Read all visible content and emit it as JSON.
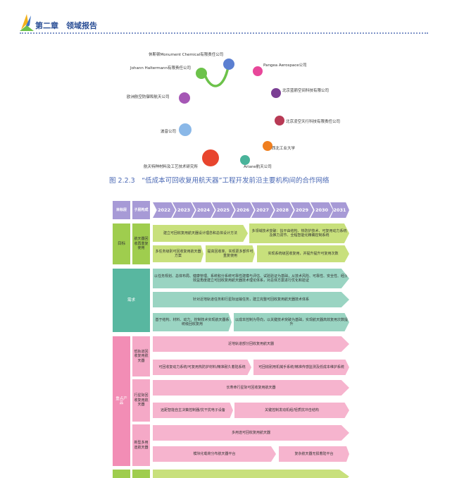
{
  "header": {
    "chapter": "第二章　领域报告"
  },
  "network": {
    "nodes": [
      {
        "label": "休斯顿Monument Chemical有限责任公司",
        "color": "#5b7fd1"
      },
      {
        "label": "Johann Haltermann有限责任公司",
        "color": "#6cc24a"
      },
      {
        "label": "Pangea Aerospace公司",
        "color": "#e8479a"
      },
      {
        "label": "北京蓝箭空间科技有限公司",
        "color": "#7b3f94"
      },
      {
        "label": "欧洲航空防御和航天公司",
        "color": "#a557b5"
      },
      {
        "label": "北京凌空天行科技有限责任公司",
        "color": "#b83a55"
      },
      {
        "label": "波音公司",
        "color": "#8ab8e8"
      },
      {
        "label": "西北工业大学",
        "color": "#f07f1f"
      },
      {
        "label": "航天特种材料及工艺技术研究所",
        "color": "#e8452e"
      },
      {
        "label": "Ariane航天公司",
        "color": "#49b39a"
      }
    ]
  },
  "caption": "图 2.2.3　“低成本可回收复用航天器”工程开发前沿主要机构间的合作网络",
  "roadmap": {
    "col_headers": [
      "目标层",
      "子层构成"
    ],
    "years": [
      "2022",
      "2023",
      "2024",
      "2025",
      "2026",
      "2027",
      "2028",
      "2029",
      "2030",
      "2031"
    ],
    "goal": {
      "label": "目标",
      "sub": "航天器回收再重复使用",
      "items": [
        "建立可回收复用航天器设计理念和总体设计方法",
        "多领域技术突破：扶平由结构、热防护技术、可复用动力系统及推力调节、全程智能化精确控制系统",
        "多任务级别可回收复用航天器方案",
        "提高回收率、实现更多部件可重复使用",
        "实现系统级回收复用，并提升提升可复用次数"
      ]
    },
    "demand": {
      "label": "需求",
      "items": [
        "以任务规划、总体布局、健康管理、系统和分系统可靠性建模与评估、试验验证为基础，从技术风险、可靠性、安全性、经济效益角度建立可回收复用航天器技术理论体系，对总体方案进行优化和验证",
        "针对近地轨道任务和行星际运输任务，建立完整可回收复用航天器技术体系",
        "基于结构、材料、动力、控制技术实现航天器系统级回收复用",
        "以成本控制为导向，以关键技术突破为基础，实现航天器高效复用次数提升"
      ]
    },
    "products": {
      "label": "重点产品",
      "groups": [
        {
          "sub": "低轨道回收复用航天器",
          "items": [
            "近地轨道部分回收复用航天器",
            "可回收复动力系统/可复用热防护材料/精准耐久着陆系统",
            "可回收耐用机械手系统/精准传感监测及低成本维护系统"
          ]
        },
        {
          "sub": "行星际回收复用航天器",
          "items": [
            "长寿命行星际可回收复用航天器",
            "远距智能自主决策控制器/抗干扰电子设备",
            "关键控制发动机组/轻质抗冲击结构"
          ]
        },
        {
          "sub": "新型多用途航天器",
          "items": [
            "多用途可回收复用航天器",
            "模块化载荷分布航天器平台",
            "复杂航天器无损着陆平台"
          ]
        }
      ]
    }
  }
}
